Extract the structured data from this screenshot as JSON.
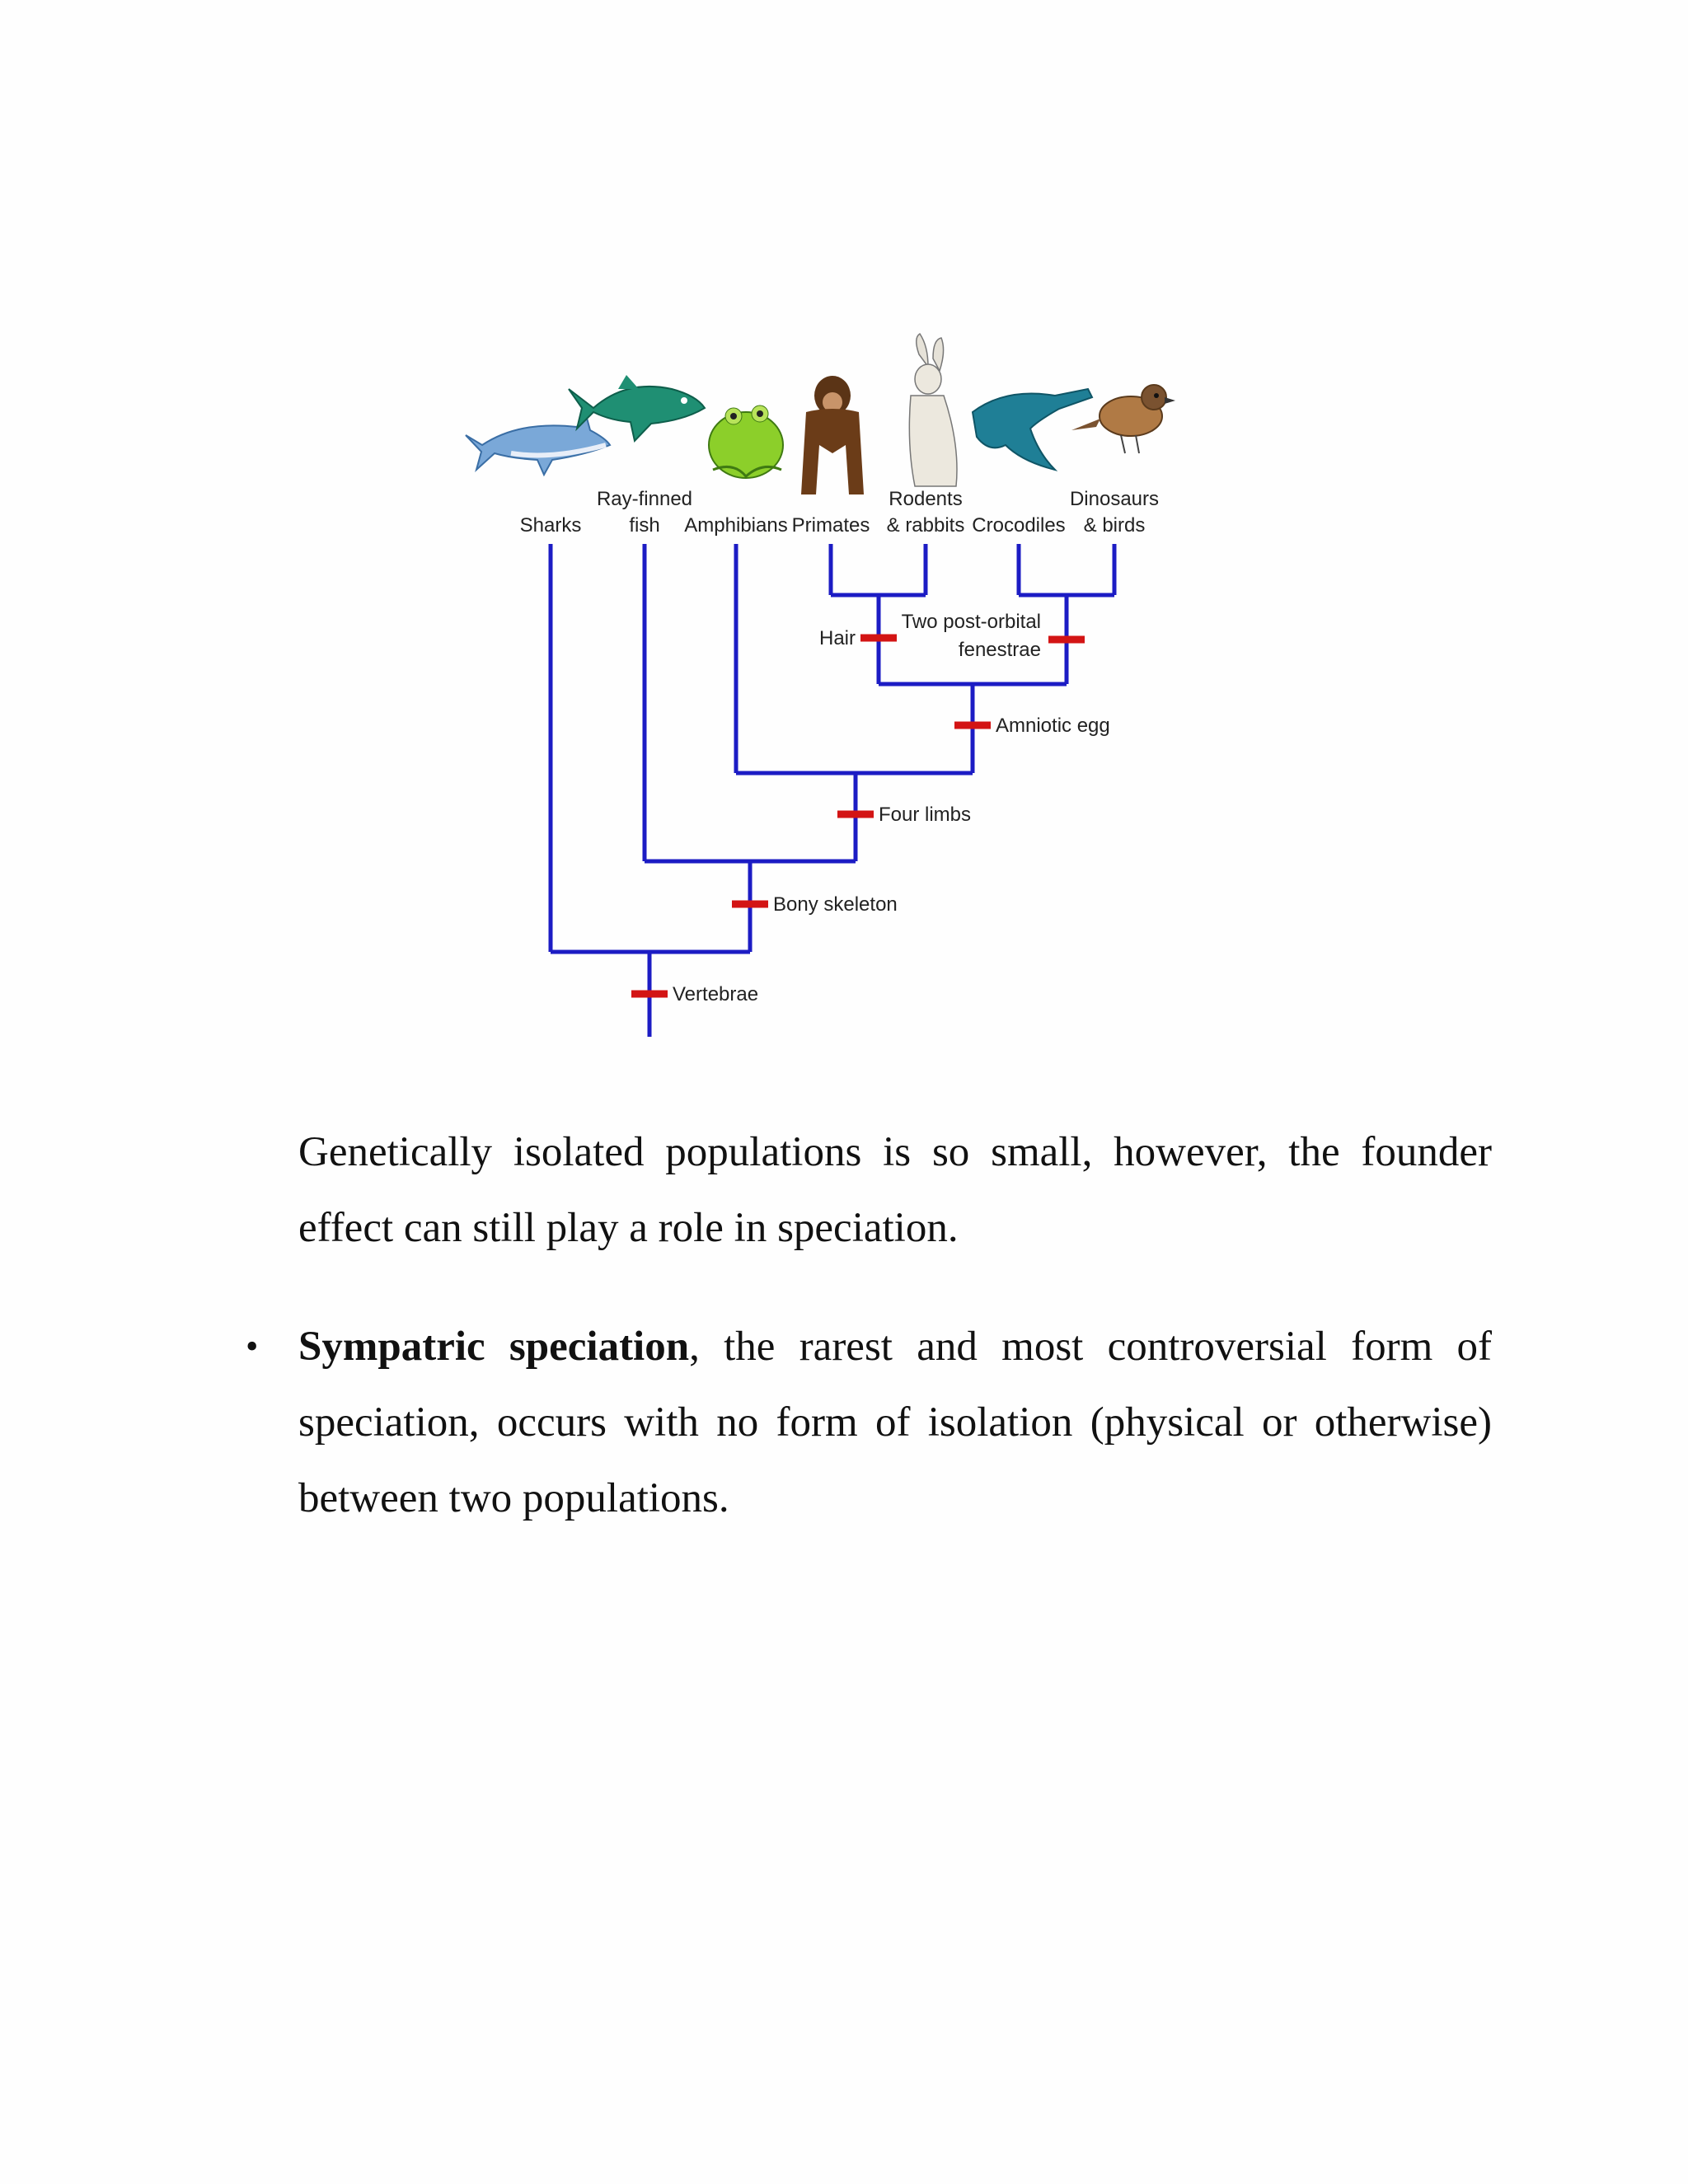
{
  "figure": {
    "taxa": [
      {
        "line1": "",
        "line2": "Sharks"
      },
      {
        "line1": "Ray-finned",
        "line2": "fish"
      },
      {
        "line1": "",
        "line2": "Amphibians"
      },
      {
        "line1": "",
        "line2": "Primates"
      },
      {
        "line1": "Rodents",
        "line2": "& rabbits"
      },
      {
        "line1": "",
        "line2": "Crocodiles"
      },
      {
        "line1": "Dinosaurs",
        "line2": "& birds"
      }
    ],
    "traits": {
      "hair": "Hair",
      "postorbital_1": "Two post-orbital",
      "postorbital_2": "fenestrae",
      "amniotic_egg": "Amniotic egg",
      "four_limbs": "Four limbs",
      "bony_skeleton": "Bony skeleton",
      "vertebrae": "Vertebrae"
    },
    "colors": {
      "branch": "#1c1cc4",
      "trait_marker": "#d31414"
    },
    "icons": [
      "shark-icon",
      "tuna-icon",
      "frog-icon",
      "chimpanzee-icon",
      "rabbit-icon",
      "crocodile-icon",
      "sparrow-icon"
    ]
  },
  "text": {
    "para1": "Genetically isolated populations is so small, however, the founder effect can still play a role in speciation.",
    "bullet": "•",
    "para2_bold": "Sympatric speciation",
    "para2_rest": ", the rarest and most controversial form of speciation, occurs with no form of isolation (physical or otherwise) between two populations."
  }
}
